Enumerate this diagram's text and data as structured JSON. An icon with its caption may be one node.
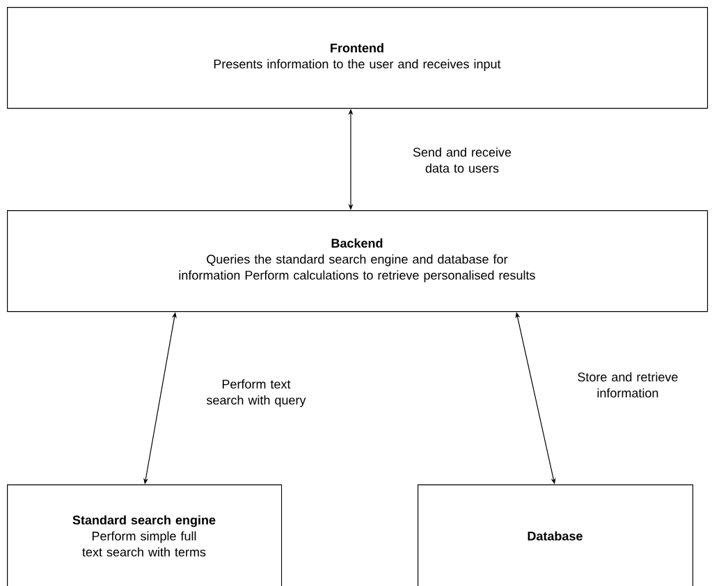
{
  "diagram": {
    "nodes": [
      {
        "text": [
          "Frontend",
          "Presents information to the user and receives input"
        ]
      },
      {
        "text": [
          "Backend",
          "Queries the standard search engine and database for information Perform calculations to retrieve personalised results"
        ]
      },
      {
        "text": [
          "Standard search engine",
          "Perform simple full text search with terms"
        ]
      },
      {
        "text": [
          "Database"
        ]
      }
    ],
    "edges": [
      {
        "from": 0,
        "to": 1,
        "arrow": "both",
        "label": "Send and receive data to users"
      },
      {
        "from": 1,
        "to": 2,
        "arrow": "both",
        "label": "Perform text search with query"
      },
      {
        "from": 1,
        "to": 3,
        "arrow": "both",
        "label": "Store and retrieve information"
      }
    ]
  }
}
